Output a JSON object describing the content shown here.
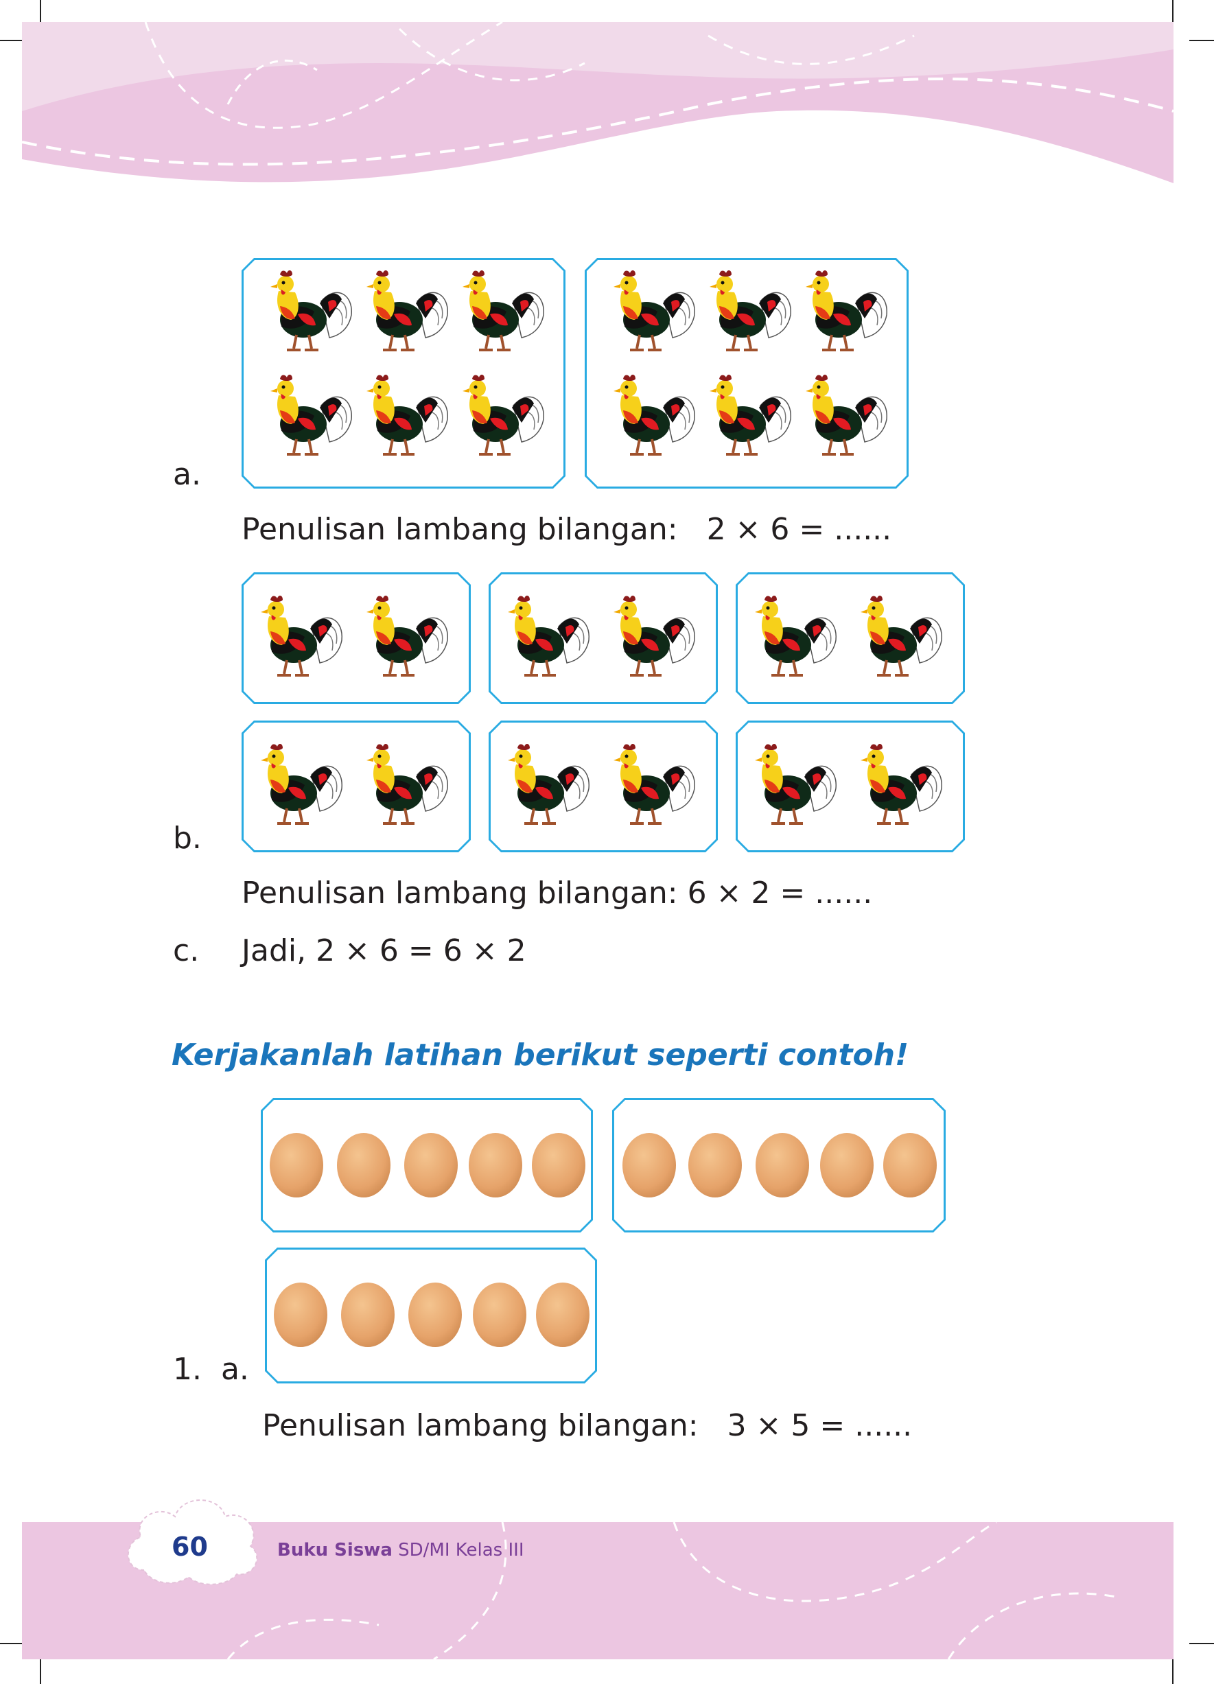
{
  "section_a": {
    "label": "a.",
    "equation_prefix": "Penulisan lambang bilangan:",
    "equation": "2 × 6  =  ......"
  },
  "section_b": {
    "label": "b.",
    "equation_prefix": "Penulisan lambang bilangan:",
    "equation": "6 × 2 = ......"
  },
  "section_c": {
    "label": "c.",
    "text": "Jadi, 2 × 6  = 6 × 2"
  },
  "exercise": {
    "heading": "Kerjakanlah latihan berikut seperti contoh!",
    "item_label": "1.  a.",
    "equation_prefix": "Penulisan lambang bilangan:",
    "equation": "3 × 5  =  ......"
  },
  "footer": {
    "page_number": "60",
    "book_bold": "Buku Siswa",
    "book_rest": " SD/MI Kelas III"
  },
  "colors": {
    "frame": "#29abe2",
    "band": "#ecc6e1",
    "heading": "#1a75bb",
    "egg": "#e6a36a"
  },
  "icons": {
    "rooster": "rooster-icon",
    "egg": "egg-icon"
  }
}
